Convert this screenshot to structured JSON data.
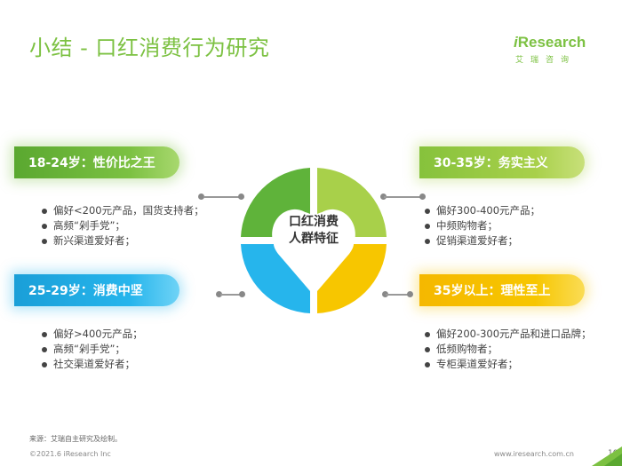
{
  "title": "小结 - 口红消费行为研究",
  "logo": {
    "prefix": "i",
    "word": "Research",
    "subtitle": "艾瑞咨询"
  },
  "center": {
    "line1": "口红消费",
    "line2": "人群特征"
  },
  "segments": [
    {
      "label": "18-24岁：性价比之王",
      "color": "#7cc142",
      "items": [
        "偏好<200元产品，国货支持者；",
        "高频“剁手党”；",
        "新兴渠道爱好者；"
      ]
    },
    {
      "label": "30-35岁：务实主义",
      "color": "#a8d04a",
      "items": [
        "偏好300-400元产品；",
        "中频购物者；",
        "促销渠道爱好者；"
      ]
    },
    {
      "label": "25-29岁：消费中坚",
      "color": "#26b5ec",
      "items": [
        "偏好>400元产品；",
        "高频“剁手党”；",
        "社交渠道爱好者；"
      ]
    },
    {
      "label": "35岁以上：理性至上",
      "color": "#f7c600",
      "items": [
        "偏好200-300元产品和进口品牌；",
        "低频购物者；",
        "专柜渠道爱好者；"
      ]
    }
  ],
  "source": "来源：艾瑞自主研究及绘制。",
  "footer": {
    "copyright": "©2021.6 iResearch Inc",
    "url": "www.iresearch.com.cn",
    "page": "10"
  }
}
